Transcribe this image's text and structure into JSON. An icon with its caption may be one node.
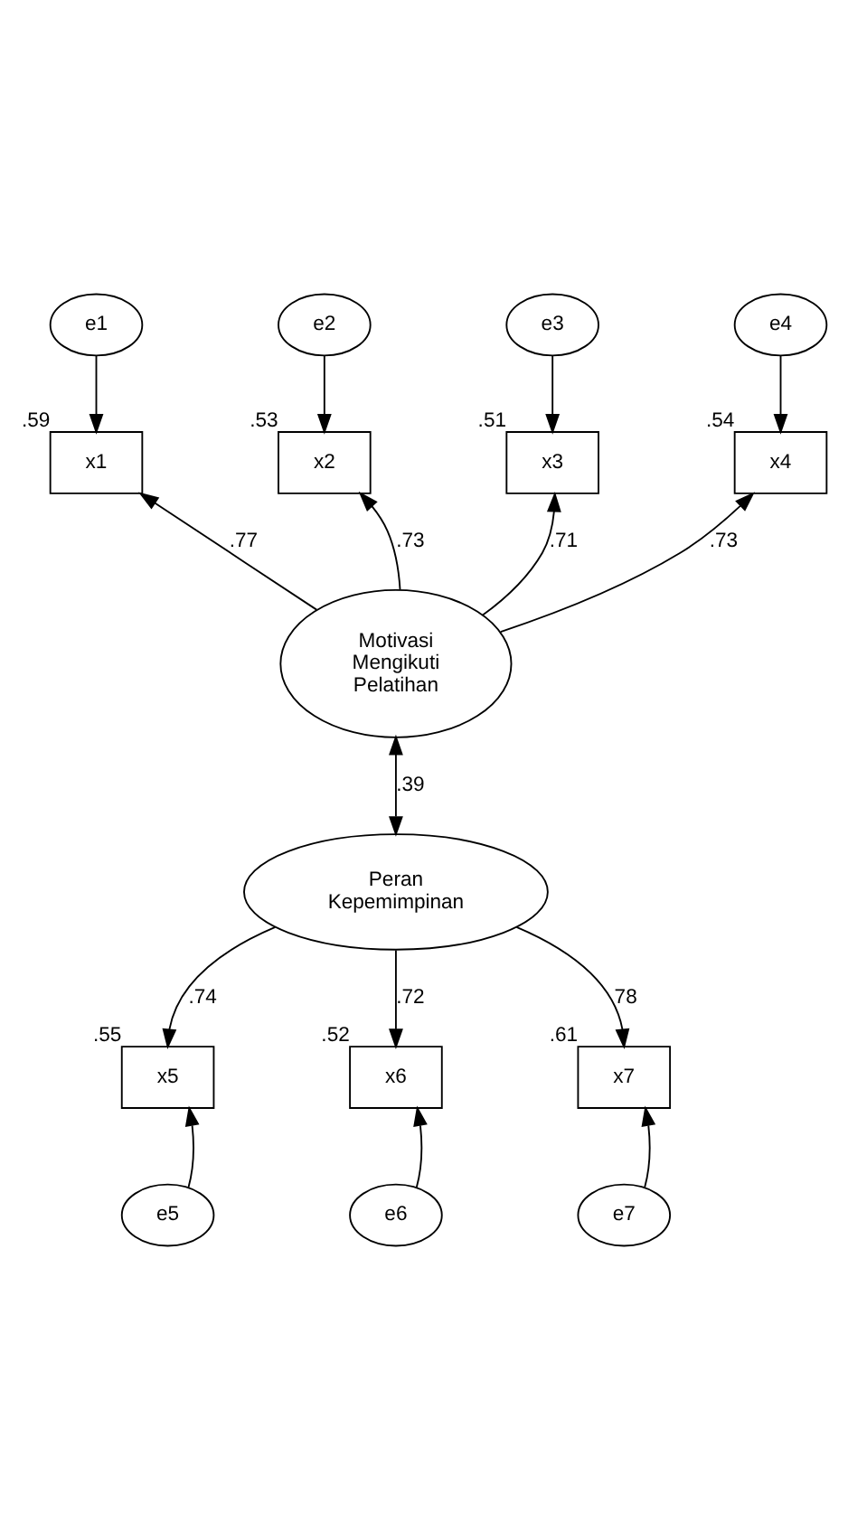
{
  "diagram": {
    "nodes": [
      {
        "text": [
          "e1"
        ]
      },
      {
        "text": [
          "e2"
        ]
      },
      {
        "text": [
          "e3"
        ]
      },
      {
        "text": [
          "e4"
        ]
      },
      {
        "text": [
          "x1"
        ],
        "beside": [
          ".59"
        ]
      },
      {
        "text": [
          "x2"
        ],
        "beside": [
          ".53"
        ]
      },
      {
        "text": [
          "x3"
        ],
        "beside": [
          ".51"
        ]
      },
      {
        "text": [
          "x4"
        ],
        "beside": [
          ".54"
        ]
      },
      {
        "text": [
          "Motivasi Mengikuti Pelatihan"
        ]
      },
      {
        "text": [
          "Peran Kepemimpinan"
        ]
      },
      {
        "text": [
          "x5"
        ],
        "beside": [
          ".55"
        ]
      },
      {
        "text": [
          "x6"
        ],
        "beside": [
          ".52"
        ]
      },
      {
        "text": [
          "x7"
        ],
        "beside": [
          ".61"
        ]
      },
      {
        "text": [
          "e5"
        ]
      },
      {
        "text": [
          "e6"
        ]
      },
      {
        "text": [
          "e7"
        ]
      }
    ],
    "edges": [
      {
        "from": 0,
        "to": 4,
        "arrow": "to"
      },
      {
        "from": 1,
        "to": 5,
        "arrow": "to"
      },
      {
        "from": 2,
        "to": 6,
        "arrow": "to"
      },
      {
        "from": 3,
        "to": 7,
        "arrow": "to"
      },
      {
        "from": 8,
        "to": 4,
        "arrow": "to",
        "label": ".77"
      },
      {
        "from": 8,
        "to": 5,
        "arrow": "to",
        "label": ".73"
      },
      {
        "from": 8,
        "to": 6,
        "arrow": "to",
        "label": ".71"
      },
      {
        "from": 8,
        "to": 7,
        "arrow": "to",
        "label": ".73"
      },
      {
        "from": 8,
        "to": 9,
        "arrow": "both",
        "label": ".39"
      },
      {
        "from": 9,
        "to": 10,
        "arrow": "to",
        "label": ".74"
      },
      {
        "from": 9,
        "to": 11,
        "arrow": "to",
        "label": ".72"
      },
      {
        "from": 9,
        "to": 12,
        "arrow": "to",
        "label": "78"
      },
      {
        "from": 13,
        "to": 10,
        "arrow": "to"
      },
      {
        "from": 14,
        "to": 11,
        "arrow": "to"
      },
      {
        "from": 15,
        "to": 12,
        "arrow": "to"
      }
    ]
  }
}
